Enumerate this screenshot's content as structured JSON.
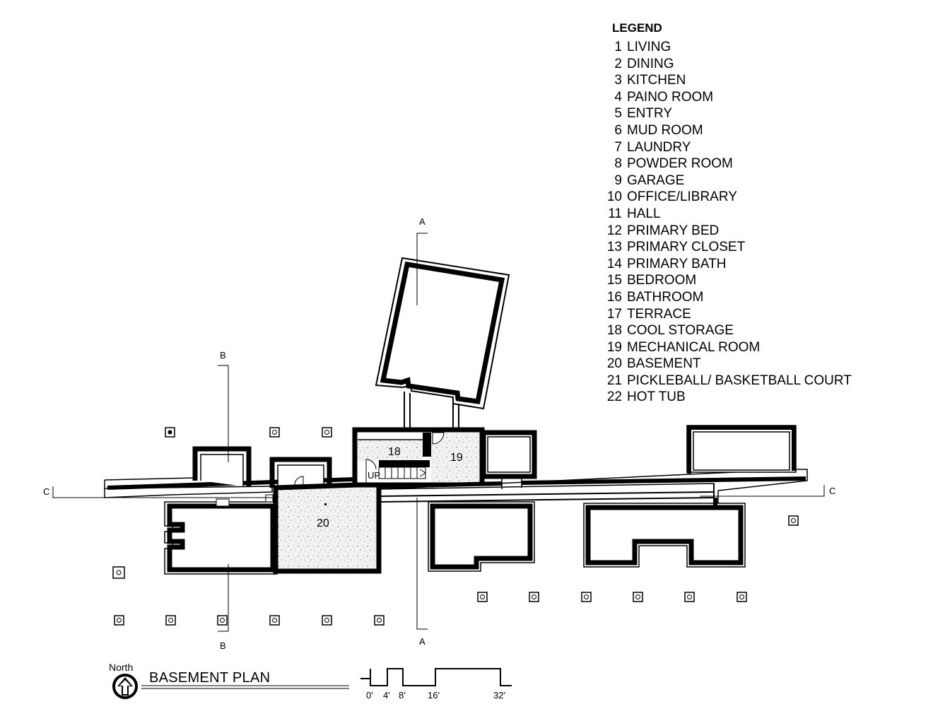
{
  "legend": {
    "title": "LEGEND",
    "items": [
      {
        "num": "1",
        "name": "LIVING"
      },
      {
        "num": "2",
        "name": "DINING"
      },
      {
        "num": "3",
        "name": "KITCHEN"
      },
      {
        "num": "4",
        "name": "PAINO ROOM"
      },
      {
        "num": "5",
        "name": "ENTRY"
      },
      {
        "num": "6",
        "name": "MUD ROOM"
      },
      {
        "num": "7",
        "name": "LAUNDRY"
      },
      {
        "num": "8",
        "name": "POWDER ROOM"
      },
      {
        "num": "9",
        "name": "GARAGE"
      },
      {
        "num": "10",
        "name": "OFFICE/LIBRARY"
      },
      {
        "num": "11",
        "name": "HALL"
      },
      {
        "num": "12",
        "name": "PRIMARY BED"
      },
      {
        "num": "13",
        "name": "PRIMARY CLOSET"
      },
      {
        "num": "14",
        "name": "PRIMARY BATH"
      },
      {
        "num": "15",
        "name": "BEDROOM"
      },
      {
        "num": "16",
        "name": "BATHROOM"
      },
      {
        "num": "17",
        "name": "TERRACE"
      },
      {
        "num": "18",
        "name": "COOL STORAGE"
      },
      {
        "num": "19",
        "name": "MECHANICAL ROOM"
      },
      {
        "num": "20",
        "name": "BASEMENT"
      },
      {
        "num": "21",
        "name": "PICKLEBALL/ BASKETBALL COURT"
      },
      {
        "num": "22",
        "name": "HOT TUB"
      }
    ]
  },
  "plan": {
    "title": "BASEMENT PLAN",
    "north_label": "North",
    "stair_label": "UP",
    "room_labels": {
      "cool_storage": "18",
      "mechanical": "19",
      "basement": "20"
    },
    "section_marks": {
      "a": "A",
      "b": "B",
      "c": "C"
    }
  },
  "scale_bar": {
    "labels": [
      "0'",
      "4'",
      "8'",
      "16'",
      "32'"
    ]
  }
}
